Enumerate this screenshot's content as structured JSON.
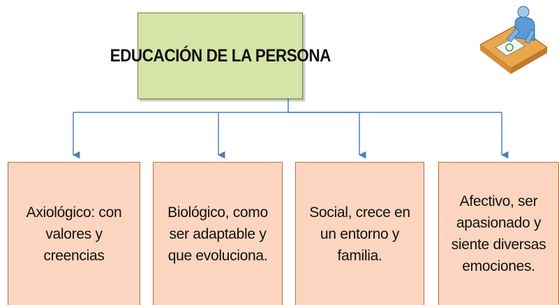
{
  "diagram": {
    "title": "EDUCACIÓN DE LA PERSONA",
    "children": [
      {
        "label": "Axiológico: con\nvalores y\ncreencias"
      },
      {
        "label": "Biológico, como\nser adaptable y\nque evoluciona."
      },
      {
        "label": "Social, crece en\nun entorno y\nfamilia."
      },
      {
        "label": "Afectivo, ser\napasionado y\nsiente diversas\nemociones."
      }
    ],
    "colors": {
      "title_fill": "#d6e4a8",
      "child_fill": "#fbd5bf",
      "connector": "#4a7fc0"
    },
    "icon": "person-reading-at-desk-icon"
  }
}
